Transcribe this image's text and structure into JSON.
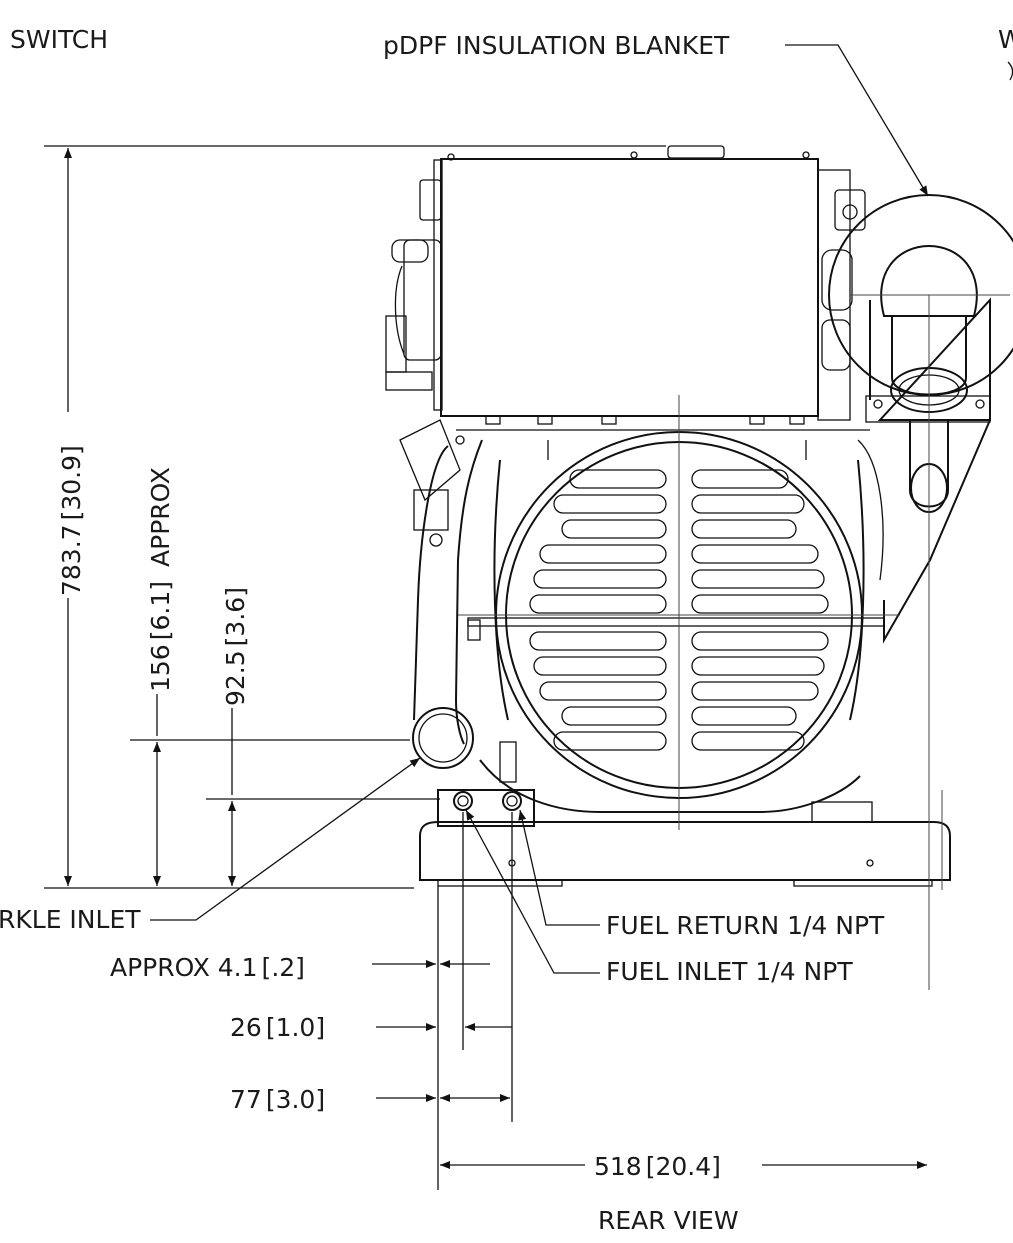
{
  "view_title": "REAR VIEW",
  "callouts": {
    "switch": "SWITCH",
    "insulation_blanket": "pDPF INSULATION BLANKET",
    "sparkle_inlet": "RKLE INLET",
    "fuel_return": "FUEL RETURN 1/4 NPT",
    "fuel_inlet": "FUEL INLET 1/4 NPT",
    "edge_letter": "W"
  },
  "dimensions": {
    "overall_height": "783.7",
    "overall_height_in": "30.9",
    "inlet_height": "156",
    "inlet_height_in": "6.1",
    "inlet_height_suffix": "APPROX",
    "fuel_height": "92.5",
    "fuel_height_in": "3.6",
    "edge_offset_prefix": "APPROX 4.1",
    "edge_offset_in": ".2",
    "fuel_inlet_offset": "26",
    "fuel_inlet_offset_in": "1.0",
    "fuel_return_offset": "77",
    "fuel_return_offset_in": "3.0",
    "exhaust_width": "518",
    "exhaust_width_in": "20.4"
  }
}
